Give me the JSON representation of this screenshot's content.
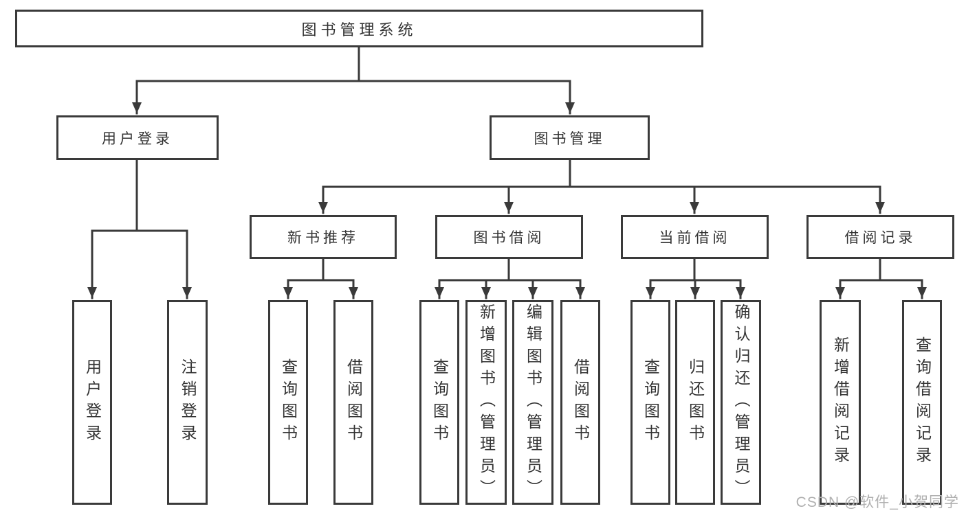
{
  "diagram": {
    "title": "图书管理系统",
    "root": {
      "label": "图书管理系统"
    },
    "level2": [
      {
        "label": "用户登录"
      },
      {
        "label": "图书管理"
      }
    ],
    "level3": [
      {
        "label": "新书推荐",
        "parent": "图书管理"
      },
      {
        "label": "图书借阅",
        "parent": "图书管理"
      },
      {
        "label": "当前借阅",
        "parent": "图书管理"
      },
      {
        "label": "借阅记录",
        "parent": "图书管理"
      }
    ],
    "leaves": [
      {
        "label": "用户登录",
        "parent": "用户登录"
      },
      {
        "label": "注销登录",
        "parent": "用户登录"
      },
      {
        "label": "查询图书",
        "parent": "新书推荐"
      },
      {
        "label": "借阅图书",
        "parent": "新书推荐"
      },
      {
        "label": "查询图书",
        "parent": "图书借阅"
      },
      {
        "label": "新增图书（管理员）",
        "parent": "图书借阅"
      },
      {
        "label": "编辑图书（管理员）",
        "parent": "图书借阅"
      },
      {
        "label": "借阅图书",
        "parent": "图书借阅"
      },
      {
        "label": "查询图书",
        "parent": "当前借阅"
      },
      {
        "label": "归还图书",
        "parent": "当前借阅"
      },
      {
        "label": "确认归还（管理员）",
        "parent": "当前借阅"
      },
      {
        "label": "新增借阅记录",
        "parent": "借阅记录"
      },
      {
        "label": "查询借阅记录",
        "parent": "借阅记录"
      }
    ],
    "colors": {
      "stroke": "#3a3a3a",
      "text": "#333333",
      "background": "#ffffff"
    }
  },
  "watermark": {
    "text": "CSDN @软件_小贺同学"
  }
}
